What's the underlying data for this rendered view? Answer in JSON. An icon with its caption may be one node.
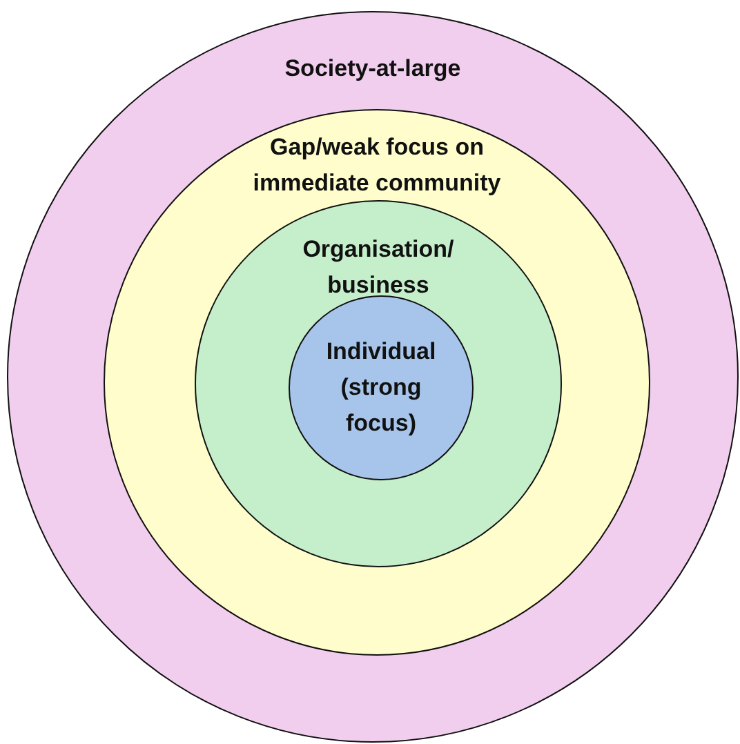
{
  "diagram": {
    "nodes": [
      {
        "text": [
          "Society-at-large"
        ]
      },
      {
        "text": [
          "Gap/weak focus on immediate community"
        ],
        "in": 0
      },
      {
        "text": [
          "Organisation/ business"
        ],
        "in": 1
      },
      {
        "text": [
          "Individual (strong focus)"
        ],
        "in": 2
      }
    ]
  }
}
